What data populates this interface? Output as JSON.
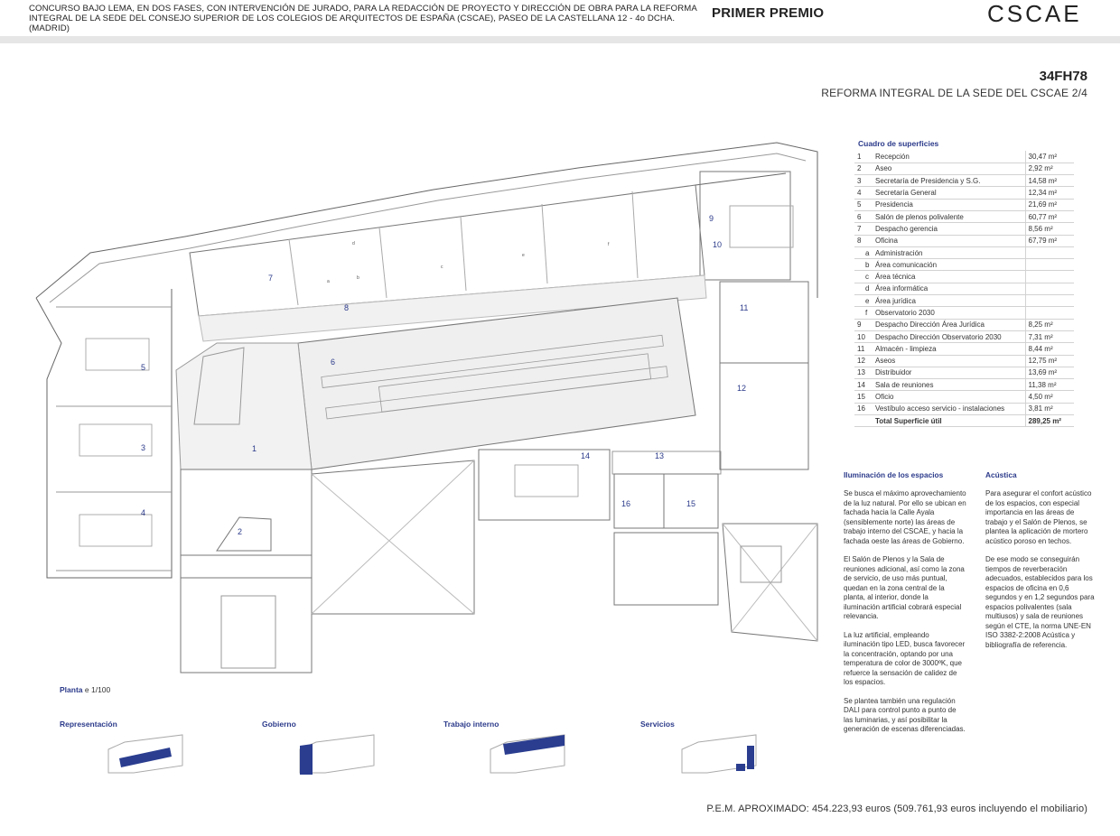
{
  "header": {
    "competition_text": "CONCURSO BAJO LEMA, EN DOS FASES, CON INTERVENCIÓN DE JURADO, PARA LA REDACCIÓN DE PROYECTO Y DIRECCIÓN DE OBRA PARA LA REFORMA INTEGRAL DE LA SEDE DEL CONSEJO SUPERIOR DE LOS COLEGIOS DE ARQUITECTOS DE ESPAÑA (CSCAE), PASEO DE LA CASTELLANA 12 - 4o DCHA. (MADRID)",
    "prize": "PRIMER PREMIO",
    "logo": "CSCAE"
  },
  "project": {
    "code": "34FH78",
    "subtitle": "REFORMA INTEGRAL DE LA SEDE DEL CSCAE  2/4"
  },
  "surfaces": {
    "title": "Cuadro de superficies",
    "rows": [
      {
        "n": "1",
        "name": "Recepción",
        "area": "30,47 m²"
      },
      {
        "n": "2",
        "name": "Aseo",
        "area": "2,92 m²"
      },
      {
        "n": "3",
        "name": "Secretaría de Presidencia y S.G.",
        "area": "14,58 m²"
      },
      {
        "n": "4",
        "name": "Secretaría General",
        "area": "12,34 m²"
      },
      {
        "n": "5",
        "name": "Presidencia",
        "area": "21,69 m²"
      },
      {
        "n": "6",
        "name": "Salón de plenos polivalente",
        "area": "60,77 m²"
      },
      {
        "n": "7",
        "name": "Despacho gerencia",
        "area": "8,56 m²"
      },
      {
        "n": "8",
        "name": "Oficina",
        "area": "67,79 m²"
      },
      {
        "n": "a",
        "name": "Administración",
        "area": "",
        "sub": true
      },
      {
        "n": "b",
        "name": "Área comunicación",
        "area": "",
        "sub": true
      },
      {
        "n": "c",
        "name": "Área técnica",
        "area": "",
        "sub": true
      },
      {
        "n": "d",
        "name": "Área informática",
        "area": "",
        "sub": true
      },
      {
        "n": "e",
        "name": "Área jurídica",
        "area": "",
        "sub": true
      },
      {
        "n": "f",
        "name": "Observatorio 2030",
        "area": "",
        "sub": true
      },
      {
        "n": "9",
        "name": "Despacho Dirección Área Jurídica",
        "area": "8,25 m²"
      },
      {
        "n": "10",
        "name": "Despacho Dirección Observatorio 2030",
        "area": "7,31 m²"
      },
      {
        "n": "11",
        "name": "Almacén - limpieza",
        "area": "8,44 m²"
      },
      {
        "n": "12",
        "name": "Aseos",
        "area": "12,75 m²"
      },
      {
        "n": "13",
        "name": "Distribuidor",
        "area": "13,69 m²"
      },
      {
        "n": "14",
        "name": "Sala de reuniones",
        "area": "11,38 m²"
      },
      {
        "n": "15",
        "name": "Oficio",
        "area": "4,50 m²"
      },
      {
        "n": "16",
        "name": "Vestíbulo acceso servicio - instalaciones",
        "area": "3,81 m²"
      }
    ],
    "total_label": "Total Superficie útil",
    "total_area": "289,25 m²"
  },
  "lighting": {
    "title": "Iluminación de los espacios",
    "paragraphs": [
      "Se busca el máximo aprovechamiento de la luz natural. Por ello se ubican en fachada hacia la Calle Ayala (sensiblemente norte) las áreas de trabajo interno del CSCAE, y hacia la fachada oeste las áreas de Gobierno.",
      "El Salón de Plenos y la Sala de reuniones adicional, así como la zona de servicio, de uso más puntual, quedan en la zona central de la planta, al interior, donde la iluminación artificial cobrará especial relevancia.",
      "La luz artificial, empleando iluminación tipo LED, busca favorecer la concentración, optando por una temperatura de color de 3000ºK, que refuerce la sensación de calidez de los espacios.",
      "Se plantea también una regulación DALI para control punto a punto de las luminarias, y así posibilitar la generación de escenas diferenciadas."
    ]
  },
  "acoustics": {
    "title": "Acústica",
    "paragraphs": [
      "Para asegurar el confort acústico de los espacios, con especial importancia en las áreas de trabajo y el Salón de Plenos, se plantea la aplicación de mortero acústico poroso en techos.",
      "De ese modo se conseguirán tiempos de reverberación adecuados, establecidos para los espacios de oficina en 0,6 segundos y en 1,2 segundos para espacios polivalentes (sala multiusos) y sala de reuniones según el CTE, la norma UNE-EN ISO 3382-2:2008 Acústica y bibliografía de referencia."
    ]
  },
  "plan": {
    "caption_bold": "Planta",
    "caption_scale": "e 1/100",
    "room_labels": [
      "1",
      "2",
      "3",
      "4",
      "5",
      "6",
      "7",
      "8",
      "9",
      "10",
      "11",
      "12",
      "13",
      "14",
      "15",
      "16"
    ],
    "furniture_labels": [
      "a",
      "b",
      "c",
      "d",
      "e",
      "f"
    ]
  },
  "keys": [
    {
      "label": "Representación"
    },
    {
      "label": "Gobierno"
    },
    {
      "label": "Trabajo interno"
    },
    {
      "label": "Servicios"
    }
  ],
  "footer": {
    "pem": "P.E.M. APROXIMADO: 454.223,93 euros (509.761,93 euros incluyendo el mobiliario)"
  },
  "colors": {
    "accent": "#2b3a8a",
    "highlight": "#2a3d8f",
    "line": "#555555"
  }
}
